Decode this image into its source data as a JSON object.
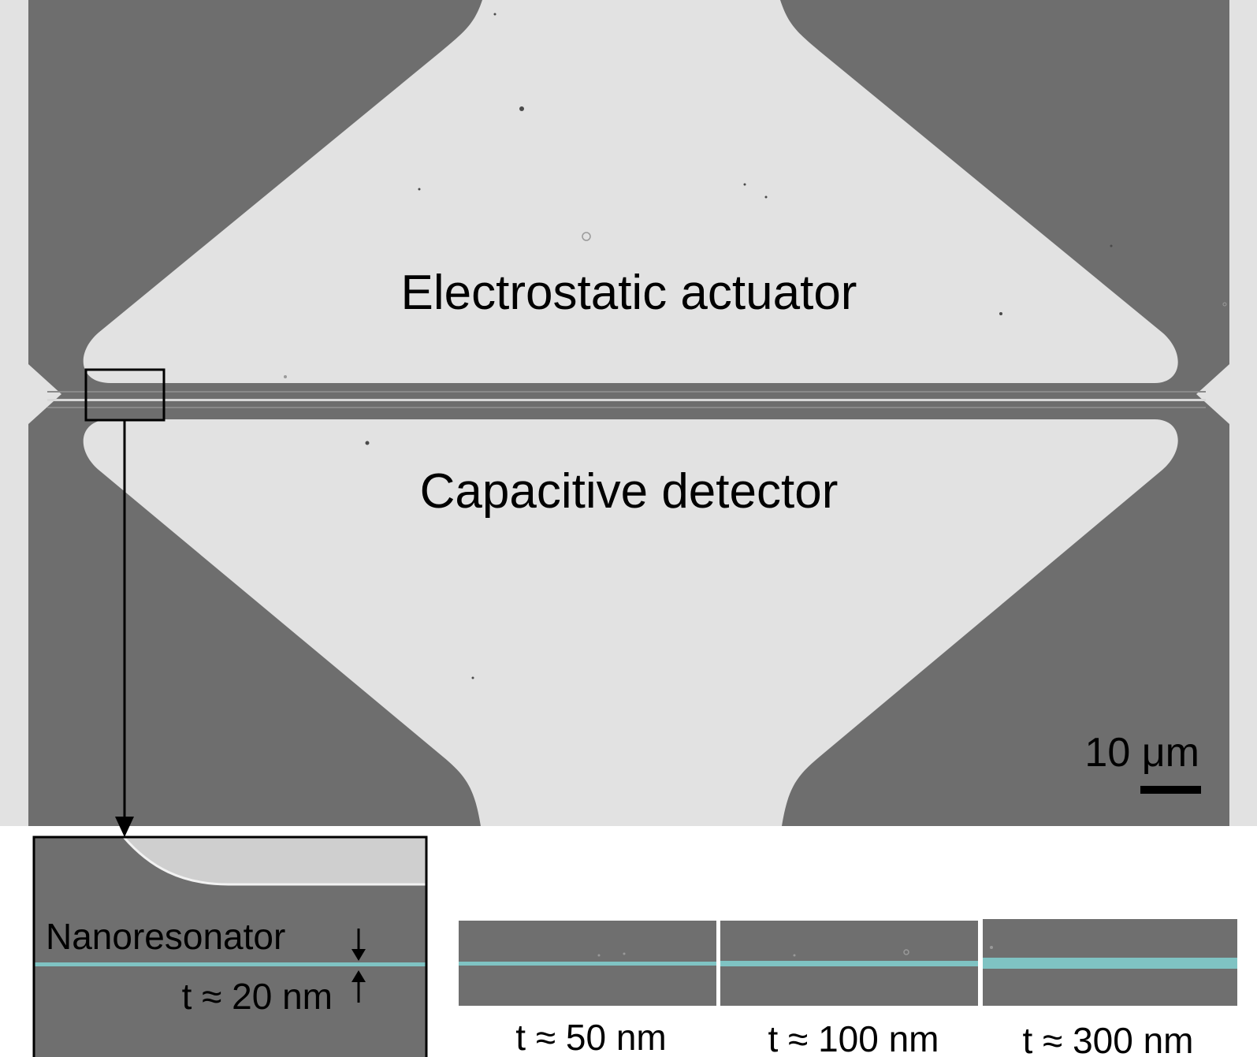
{
  "labels": {
    "actuator": "Electrostatic actuator",
    "detector": "Capacitive detector",
    "scale_bar": "10 μm",
    "nanoresonator": "Nanoresonator",
    "thickness_main": "t ≈ 20 nm",
    "thickness_50": "t ≈ 50 nm",
    "thickness_100": "t ≈ 100 nm",
    "thickness_300": "t ≈ 300 nm"
  },
  "colors": {
    "substrate": "#6e6e6e",
    "electrode": "#e2e2e2",
    "background": "#ffffff",
    "resonator_tint": "#7fc3c3",
    "annotation": "#000000"
  },
  "icons": {
    "zoom_box": "selection-rectangle",
    "zoom_arrow": "arrow-down-icon",
    "thickness_arrows": "dimension-arrows-icon"
  }
}
